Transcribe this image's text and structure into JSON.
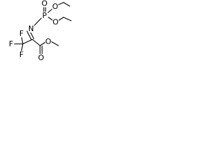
{
  "molecule": {
    "atoms": {
      "n": "N",
      "p": "P",
      "o_top": "O",
      "o_right": "O",
      "o_left": "O",
      "f_top": "F",
      "f_left": "F",
      "f_bottom": "F",
      "o_carbonyl": "O",
      "o_ester": "O"
    },
    "colors": {
      "bond": "#000000",
      "label": "#000000",
      "background": "#ffffff"
    }
  }
}
